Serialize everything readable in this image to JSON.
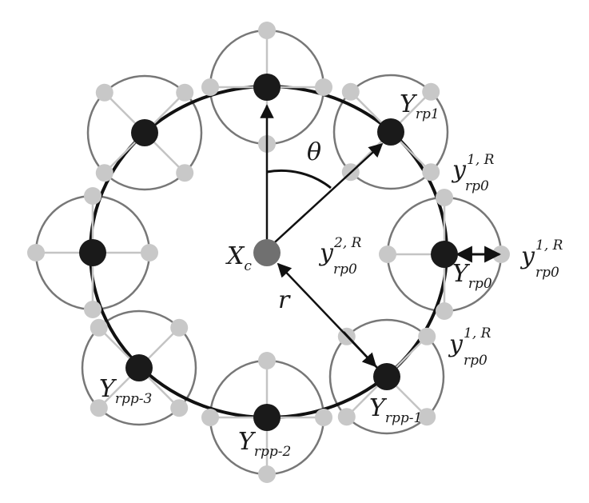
{
  "diagram": {
    "center_label": {
      "main": "X",
      "sub": "c"
    },
    "angle_label": "θ",
    "radius_label": "r",
    "node_labels": [
      {
        "main": "Y",
        "sub": "rp1"
      },
      {
        "main": "Y",
        "sub": "rp0"
      },
      {
        "main": "Y",
        "sub": "rpp-1"
      },
      {
        "main": "Y",
        "sub": "rpp-2"
      },
      {
        "main": "Y",
        "sub": "rpp-3"
      }
    ],
    "measure_labels": [
      {
        "main": "y",
        "sup": "1,  R",
        "sub": "rp0"
      },
      {
        "main": "y",
        "sup": "1,  R",
        "sub": "rp0"
      },
      {
        "main": "y",
        "sup": "1,  R",
        "sub": "rp0"
      },
      {
        "main": "y",
        "sup": "2,  R",
        "sub": "rp0"
      }
    ],
    "colors": {
      "node": "#1a1a1a",
      "sat": "#c8c8c8",
      "center": "#707070",
      "ring": "#111111",
      "local_circle": "#777777"
    }
  }
}
